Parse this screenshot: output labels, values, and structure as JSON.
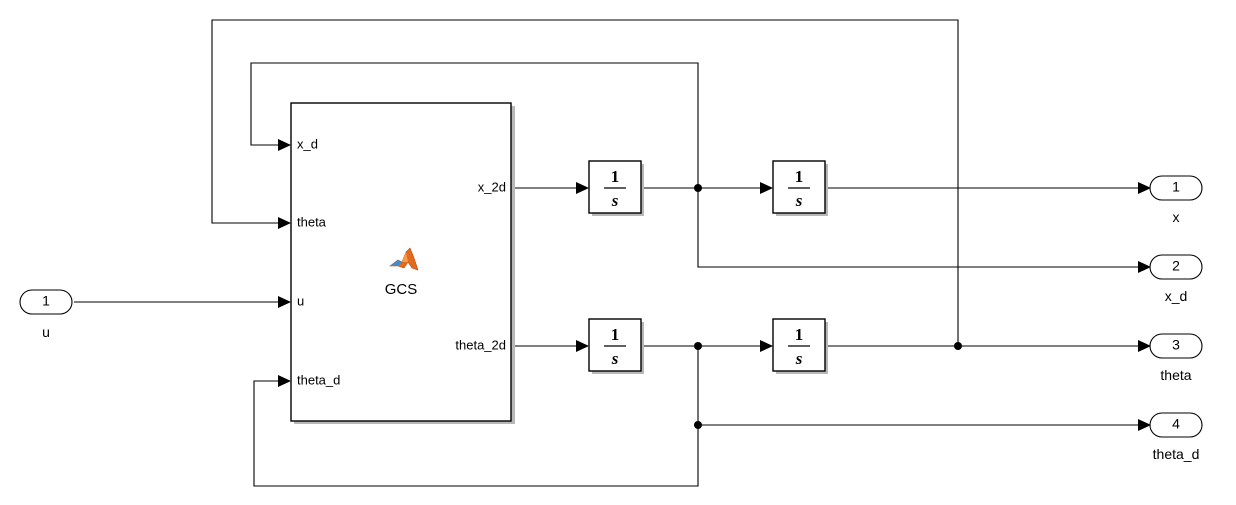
{
  "diagram": {
    "subsystem": {
      "name": "GCS",
      "icon": "matlab-function-icon",
      "inputs": [
        "x_d",
        "theta",
        "u",
        "theta_d"
      ],
      "outputs": [
        "x_2d",
        "theta_2d"
      ]
    },
    "integrators": [
      {
        "numerator": "1",
        "denominator": "s"
      },
      {
        "numerator": "1",
        "denominator": "s"
      },
      {
        "numerator": "1",
        "denominator": "s"
      },
      {
        "numerator": "1",
        "denominator": "s"
      }
    ],
    "inports": [
      {
        "number": "1",
        "label": "u"
      }
    ],
    "outports": [
      {
        "number": "1",
        "label": "x"
      },
      {
        "number": "2",
        "label": "x_d"
      },
      {
        "number": "3",
        "label": "theta"
      },
      {
        "number": "4",
        "label": "theta_d"
      }
    ],
    "colors": {
      "line": "#000000",
      "background": "#ffffff",
      "shadow": "#b8b8b8",
      "matlab_icon_orange": "#e36b1e",
      "matlab_icon_blue": "#3b8dcf"
    }
  }
}
